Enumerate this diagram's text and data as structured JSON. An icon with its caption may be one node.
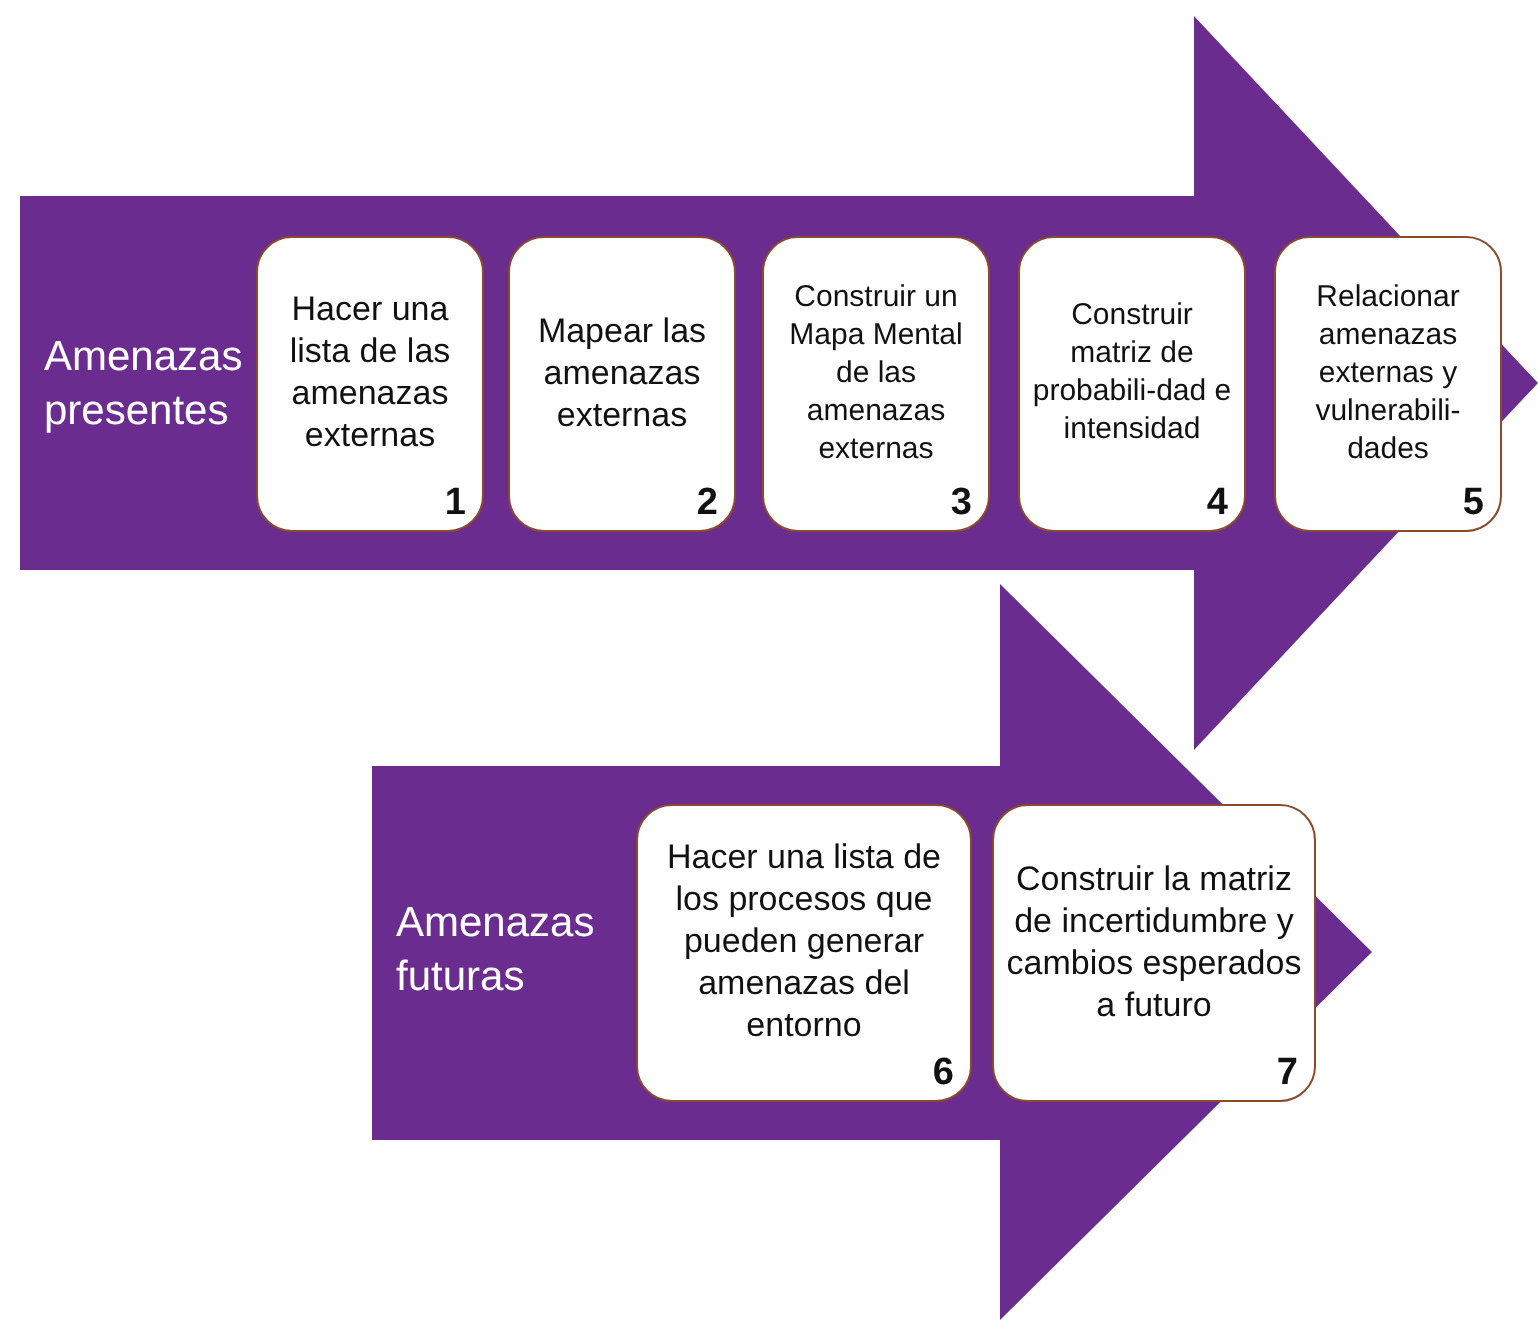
{
  "diagram": {
    "nodes": [
      {
        "text": [
          "Amenazas presentes"
        ]
      },
      {
        "text": [
          "Hacer una lista de las amenazas externas",
          "1"
        ],
        "in": 0
      },
      {
        "text": [
          "Mapear las amenazas externas",
          "2"
        ],
        "in": 0
      },
      {
        "text": [
          "Construir un Mapa Mental de las amenazas externas",
          "3"
        ],
        "in": 0
      },
      {
        "text": [
          "Construir matriz de probabili-dad e intensidad",
          "4"
        ],
        "in": 0
      },
      {
        "text": [
          "Relacionar amenazas externas y vulnerabili-dades",
          "5"
        ],
        "in": 0
      },
      {
        "text": [
          "Amenazas futuras"
        ]
      },
      {
        "text": [
          "Hacer una lista de los procesos que pueden generar amenazas del entorno",
          "6"
        ],
        "in": 6
      },
      {
        "text": [
          "Construir la matriz de incertidumbre y cambios esperados a futuro",
          "7"
        ],
        "in": 6
      }
    ]
  }
}
